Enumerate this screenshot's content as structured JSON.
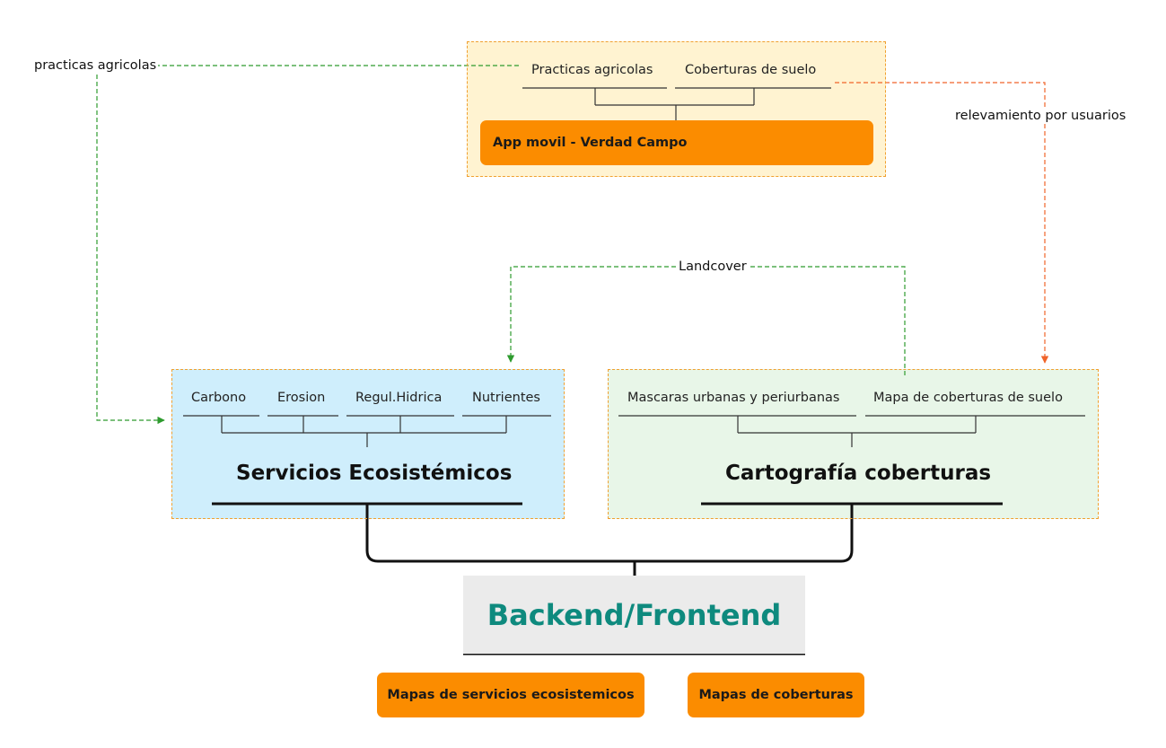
{
  "app_group": {
    "items": [
      "Practicas agricolas",
      "Coberturas de suelo"
    ],
    "title": "App movil - Verdad Campo"
  },
  "servicios_group": {
    "items": [
      "Carbono",
      "Erosion",
      "Regul.Hidrica",
      "Nutrientes"
    ],
    "title": "Servicios Ecosistémicos"
  },
  "cartografia_group": {
    "items": [
      "Mascaras urbanas y periurbanas",
      "Mapa  de coberturas de suelo"
    ],
    "title": "Cartografía coberturas"
  },
  "central": {
    "title": "Backend/Frontend"
  },
  "outputs": [
    "Mapas de servicios ecosistemicos",
    "Mapas de coberturas"
  ],
  "relationships": {
    "practicas": "practicas agricolas",
    "relevamiento": "relevamiento por usuarios",
    "landcover": "Landcover"
  },
  "colors": {
    "group_border": "#f0a030",
    "orange_node": "#fb8c00",
    "servicios_fill": "#cfeefc",
    "cartografia_fill": "#e8f6e8",
    "app_fill": "#fff3d1",
    "central_text": "#0e8a7e",
    "green_relation": "#2e9b2e",
    "red_relation": "#f0642a"
  }
}
